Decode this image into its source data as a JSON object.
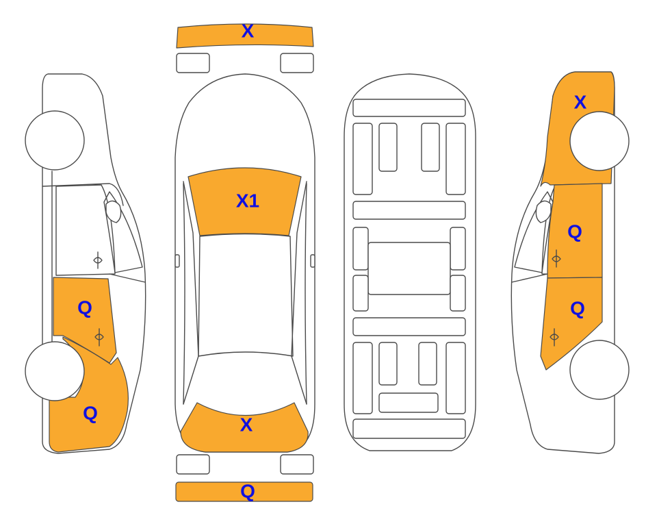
{
  "colors": {
    "damage_fill": "#f9a92e",
    "label_text": "#1010e0",
    "outline": "#4a4a4a"
  },
  "diagram": {
    "front_bumper": "X",
    "windshield": "X1",
    "rear_window": "X",
    "rear_bumper": "Q",
    "left_rear_door": "Q",
    "left_rear_quarter": "Q",
    "right_front_fender": "X",
    "right_front_door": "Q",
    "right_rear_door": "Q"
  }
}
